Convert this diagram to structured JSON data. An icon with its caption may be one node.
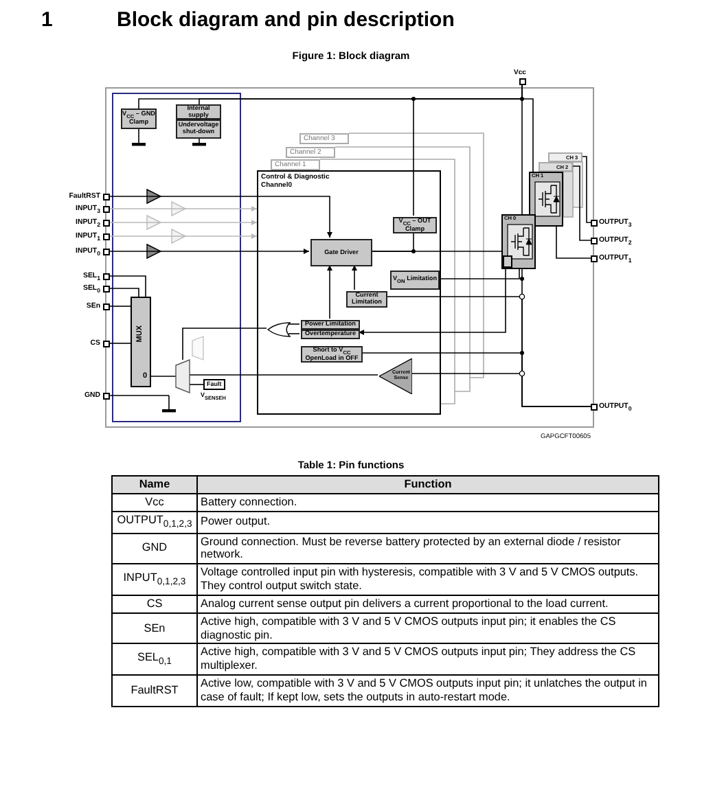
{
  "diagram": {
    "title": "Block diagram and pin description",
    "caption": "Figure 1: Block diagram",
    "nodes": [
      {
        "text": [
          "V$_{CC}$ – GND Clamp"
        ]
      },
      {
        "text": [
          "Internal supply"
        ]
      },
      {
        "text": [
          "Undervoltage shut-down"
        ]
      },
      {
        "text": [
          "Channel 3"
        ]
      },
      {
        "text": [
          "Channel 2"
        ]
      },
      {
        "text": [
          "Channel 1"
        ]
      },
      {
        "text": [
          "Control & Diagnostic Channel0"
        ]
      },
      {
        "text": [
          "Gate Driver"
        ],
        "in": 6
      },
      {
        "text": [
          "V$_{CC}$ – OUT Clamp"
        ],
        "in": 6
      },
      {
        "text": [
          "V$_{ON}$ Limitation"
        ],
        "in": 6
      },
      {
        "text": [
          "Current Limitation"
        ],
        "in": 6
      },
      {
        "text": [
          "Power Limitation"
        ],
        "in": 6
      },
      {
        "text": [
          "Overtemperature"
        ],
        "in": 6
      },
      {
        "text": [
          "Short to V$_{CC}$ OpenLoad in OFF"
        ],
        "in": 6
      },
      {
        "text": [
          "Current Sense"
        ],
        "in": 6
      },
      {
        "text": [
          "MUX",
          "0"
        ]
      },
      {
        "text": [
          "Fault"
        ],
        "beside": [
          "V$_{SENSEH}$"
        ]
      },
      {
        "text": [
          "CH 3"
        ]
      },
      {
        "text": [
          "CH 2"
        ]
      },
      {
        "text": [
          "CH 1"
        ]
      },
      {
        "text": [
          "CH 0"
        ]
      },
      {
        "text": [
          "Vcc"
        ]
      },
      {
        "text": [
          "FaultRST"
        ]
      },
      {
        "text": [
          "INPUT$_{3}$"
        ]
      },
      {
        "text": [
          "INPUT$_{2}$"
        ]
      },
      {
        "text": [
          "INPUT$_{1}$"
        ]
      },
      {
        "text": [
          "INPUT$_{0}$"
        ]
      },
      {
        "text": [
          "SEL$_{1}$"
        ]
      },
      {
        "text": [
          "SEL$_{0}$"
        ]
      },
      {
        "text": [
          "SEn"
        ]
      },
      {
        "text": [
          "CS"
        ]
      },
      {
        "text": [
          "GND"
        ]
      },
      {
        "text": [
          "OUTPUT$_{3}$"
        ]
      },
      {
        "text": [
          "OUTPUT$_{2}$"
        ]
      },
      {
        "text": [
          "OUTPUT$_{1}$"
        ]
      },
      {
        "text": [
          "OUTPUT$_{0}$"
        ]
      },
      {
        "text": [],
        "shape": "gate",
        "in": 6
      },
      {
        "text": [],
        "shape": "trapezoid"
      }
    ],
    "edges": [
      {
        "from": 22,
        "to": 7,
        "arrow": "to"
      },
      {
        "from": 26,
        "to": 7,
        "arrow": "to"
      },
      {
        "from": 23,
        "to": 6,
        "arrow": "to",
        "color": "#b8b8b8"
      },
      {
        "from": 24,
        "to": 6,
        "arrow": "to",
        "color": "#b8b8b8"
      },
      {
        "from": 25,
        "to": 6,
        "arrow": "to",
        "color": "#b8b8b8"
      },
      {
        "from": 27,
        "to": 15,
        "arrow": "none"
      },
      {
        "from": 28,
        "to": 15,
        "arrow": "none"
      },
      {
        "from": 29,
        "to": 15,
        "arrow": "none"
      },
      {
        "from": 15,
        "to": 30,
        "arrow": "none"
      },
      {
        "from": 21,
        "to": 20,
        "arrow": "none"
      },
      {
        "from": 7,
        "to": 20,
        "arrow": "none"
      },
      {
        "from": 8,
        "to": 7,
        "arrow": "none"
      },
      {
        "from": 10,
        "to": 7,
        "arrow": "to"
      },
      {
        "from": 11,
        "to": 7,
        "arrow": "to"
      },
      {
        "from": 9,
        "to": 20,
        "arrow": "none"
      },
      {
        "from": 20,
        "to": 35,
        "arrow": "none"
      },
      {
        "from": 19,
        "to": 34,
        "arrow": "none"
      },
      {
        "from": 18,
        "to": 33,
        "arrow": "none"
      },
      {
        "from": 17,
        "to": 32,
        "arrow": "none"
      },
      {
        "from": 13,
        "to": 35,
        "arrow": "none"
      },
      {
        "from": 14,
        "to": 35,
        "arrow": "none"
      },
      {
        "from": 14,
        "to": 37,
        "arrow": "none"
      },
      {
        "from": 20,
        "to": 12,
        "arrow": "to"
      },
      {
        "from": 10,
        "to": 35,
        "arrow": "none"
      },
      {
        "from": 21,
        "to": 0,
        "arrow": "none"
      },
      {
        "from": 21,
        "to": 1,
        "arrow": "none"
      },
      {
        "from": 21,
        "to": 8,
        "arrow": "none"
      },
      {
        "from": 21,
        "to": 19,
        "arrow": "none"
      },
      {
        "from": 11,
        "to": 36,
        "arrow": "none"
      },
      {
        "from": 12,
        "to": 36,
        "arrow": "none"
      },
      {
        "from": 36,
        "to": 37,
        "arrow": "none"
      },
      {
        "from": 16,
        "to": 37,
        "arrow": "none"
      },
      {
        "from": 37,
        "to": 15,
        "arrow": "none"
      }
    ],
    "labels": [
      "1",
      "GAPGCFT00605",
      "Table 1: Pin functions",
      "Name",
      "Function",
      "Vcc",
      "Battery connection.",
      "OUTPUT$_{0,1,2,3}$",
      "Power output.",
      "GND",
      "Ground connection. Must be reverse battery protected by an external diode / resistor network.",
      "INPUT$_{0,1,2,3}$",
      "Voltage controlled input pin with hysteresis, compatible with 3 V and 5 V CMOS outputs. They control output switch state.",
      "CS",
      "Analog current sense output pin delivers a current proportional to the load current.",
      "SEn",
      "Active high, compatible with 3 V and 5 V CMOS outputs input pin; it enables the CS diagnostic pin.",
      "SEL$_{0,1}$",
      "Active high, compatible with 3 V and 5 V CMOS outputs input pin; They address the CS multiplexer.",
      "FaultRST",
      "Active low, compatible with 3 V and 5 V CMOS outputs input pin; it unlatches the output in case of fault; If kept low, sets the outputs in auto-restart mode."
    ]
  }
}
